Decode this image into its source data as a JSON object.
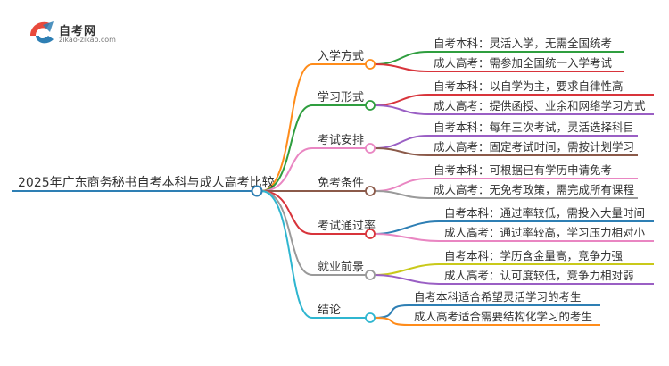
{
  "logo": {
    "title": "自考网",
    "subtitle": "zikao-zikao.com"
  },
  "root": {
    "label": "2025年广东商务秘书自考本科与成人高考比较",
    "color": "#2e7fb4"
  },
  "branches": [
    {
      "label": "入学方式",
      "color": "#ff8c1a",
      "leaves": [
        {
          "text": "自考本科：灵活入学，无需全国统考",
          "color": "#2f9e3f"
        },
        {
          "text": "成人高考：需参加全国统一入学考试",
          "color": "#d8343b"
        }
      ]
    },
    {
      "label": "学习形式",
      "color": "#2f9e3f",
      "leaves": [
        {
          "text": "自考本科：以自学为主，要求自律性高",
          "color": "#d8343b"
        },
        {
          "text": "成人高考：提供函授、业余和网络学习方式",
          "color": "#9a5fc4"
        }
      ]
    },
    {
      "label": "考试安排",
      "color": "#e986c2",
      "leaves": [
        {
          "text": "自考本科：每年三次考试，灵活选择科目",
          "color": "#9a5fc4"
        },
        {
          "text": "成人高考：固定考试时间，需按计划学习",
          "color": "#8b5a4a"
        }
      ]
    },
    {
      "label": "免考条件",
      "color": "#8b5a4a",
      "leaves": [
        {
          "text": "自考本科：可根据已有学历申请免考",
          "color": "#e986c2"
        },
        {
          "text": "成人高考：无免考政策，需完成所有课程",
          "color": "#9a9a9a"
        }
      ]
    },
    {
      "label": "考试通过率",
      "color": "#d8343b",
      "leaves": [
        {
          "text": "自考本科：通过率较低，需投入大量时间",
          "color": "#2e7fb4"
        },
        {
          "text": "成人高考：通过率较高，学习压力相对小",
          "color": "#e986c2"
        }
      ]
    },
    {
      "label": "就业前景",
      "color": "#9a9a9a",
      "leaves": [
        {
          "text": "自考本科：学历含金量高，竞争力强",
          "color": "#c9c91a"
        },
        {
          "text": "成人高考：认可度较低，竞争力相对弱",
          "color": "#9a5fc4"
        }
      ]
    },
    {
      "label": "结论",
      "color": "#2fb6d0",
      "leaves": [
        {
          "text": "自考本科适合希望灵活学习的考生",
          "color": "#2e7fb4"
        },
        {
          "text": "成人高考适合需要结构化学习的考生",
          "color": "#ff8c1a"
        }
      ]
    }
  ]
}
